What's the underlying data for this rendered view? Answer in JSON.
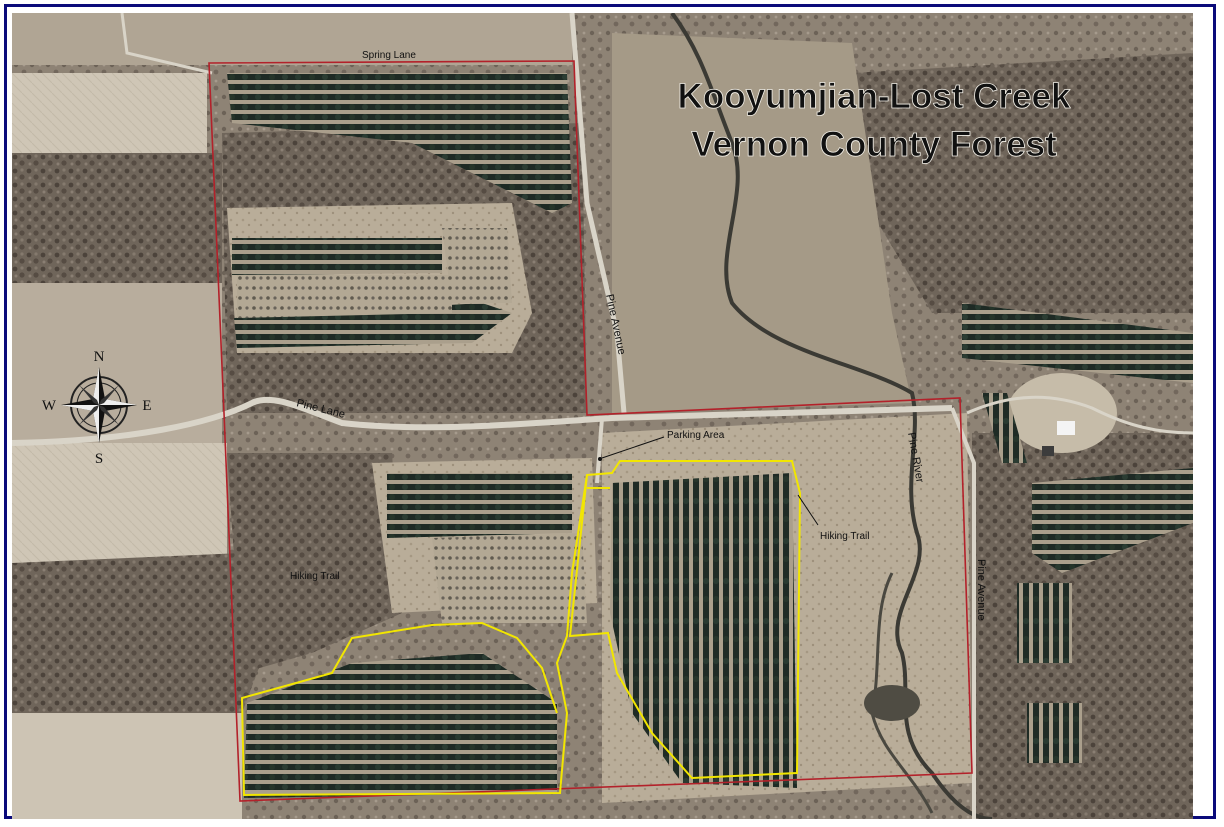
{
  "map": {
    "title_line1": "Kooyumjian-Lost Creek",
    "title_line2": "Vernon County Forest",
    "compass": {
      "n": "N",
      "s": "S",
      "e": "E",
      "w": "W"
    },
    "labels": {
      "spring_lane": "Spring Lane",
      "pine_avenue_north": "Pine Avenue",
      "pine_lane": "Pine Lane",
      "parking_area": "Parking Area",
      "pine_river": "Pine River",
      "hiking_trail_east": "Hiking Trail",
      "hiking_trail_west": "Hiking Trail",
      "pine_avenue_east": "Pine Avenue"
    },
    "colors": {
      "forest_boundary": "#b3212a",
      "hiking_trail": "#f2e600",
      "road": "#d9d4c8",
      "frame": "#0a0a7a"
    }
  }
}
